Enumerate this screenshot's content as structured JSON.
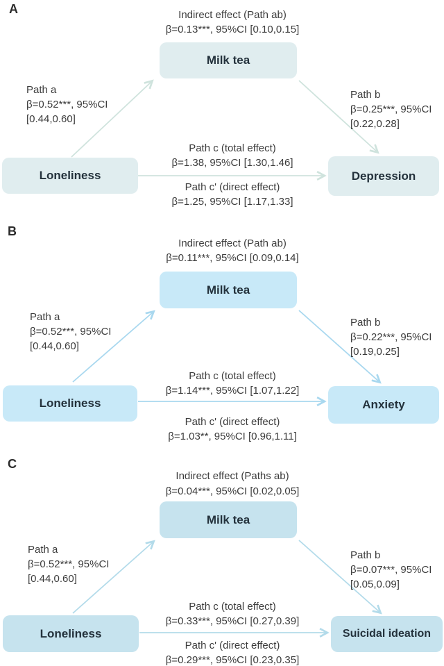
{
  "panels": [
    {
      "label": "A",
      "indirect": {
        "line1": "Indirect effect (Path ab)",
        "line2": "β=0.13***, 95%CI [0.10,0.15]"
      },
      "mediator": "Milk tea",
      "predictor": "Loneliness",
      "outcome": "Depression",
      "path_a": {
        "line1": "Path a",
        "line2": "β=0.52***, 95%CI",
        "line3": "[0.44,0.60]"
      },
      "path_b": {
        "line1": "Path b",
        "line2": "β=0.25***, 95%CI",
        "line3": "[0.22,0.28]"
      },
      "path_c": {
        "line1": "Path c (total effect)",
        "line2": "β=1.38, 95%CI [1.30,1.46]"
      },
      "path_c_prime": {
        "line1": "Path c' (direct effect)",
        "line2": "β=1.25, 95%CI [1.17,1.33]"
      }
    },
    {
      "label": "B",
      "indirect": {
        "line1": "Indirect effect (Path ab)",
        "line2": "β=0.11***, 95%CI [0.09,0.14]"
      },
      "mediator": "Milk tea",
      "predictor": "Loneliness",
      "outcome": "Anxiety",
      "path_a": {
        "line1": "Path a",
        "line2": "β=0.52***, 95%CI",
        "line3": "[0.44,0.60]"
      },
      "path_b": {
        "line1": "Path b",
        "line2": "β=0.22***, 95%CI",
        "line3": "[0.19,0.25]"
      },
      "path_c": {
        "line1": "Path c (total effect)",
        "line2": "β=1.14***, 95%CI [1.07,1.22]"
      },
      "path_c_prime": {
        "line1": "Path c' (direct effect)",
        "line2": "β=1.03**, 95%CI [0.96,1.11]"
      }
    },
    {
      "label": "C",
      "indirect": {
        "line1": "Indirect effect (Paths ab)",
        "line2": "β=0.04***, 95%CI [0.02,0.05]"
      },
      "mediator": "Milk tea",
      "predictor": "Loneliness",
      "outcome": "Suicidal ideation",
      "path_a": {
        "line1": "Path a",
        "line2": "β=0.52***, 95%CI",
        "line3": "[0.44,0.60]"
      },
      "path_b": {
        "line1": "Path b",
        "line2": "β=0.07***, 95%CI",
        "line3": "[0.05,0.09]"
      },
      "path_c": {
        "line1": "Path c (total effect)",
        "line2": "β=0.33***, 95%CI [0.27,0.39]"
      },
      "path_c_prime": {
        "line1": "Path c' (direct effect)",
        "line2": "β=0.29***, 95%CI [0.23,0.35]"
      }
    }
  ],
  "colors": {
    "box_a": "#e0edef",
    "box_b": "#c8e9f8",
    "box_c": "#c6e3ee",
    "arrow_a": "#cfe3dd",
    "arrow_b": "#a9d8ef",
    "arrow_c": "#b3dbea",
    "text_main": "#3c3c3c",
    "box_text": "#24323c"
  }
}
